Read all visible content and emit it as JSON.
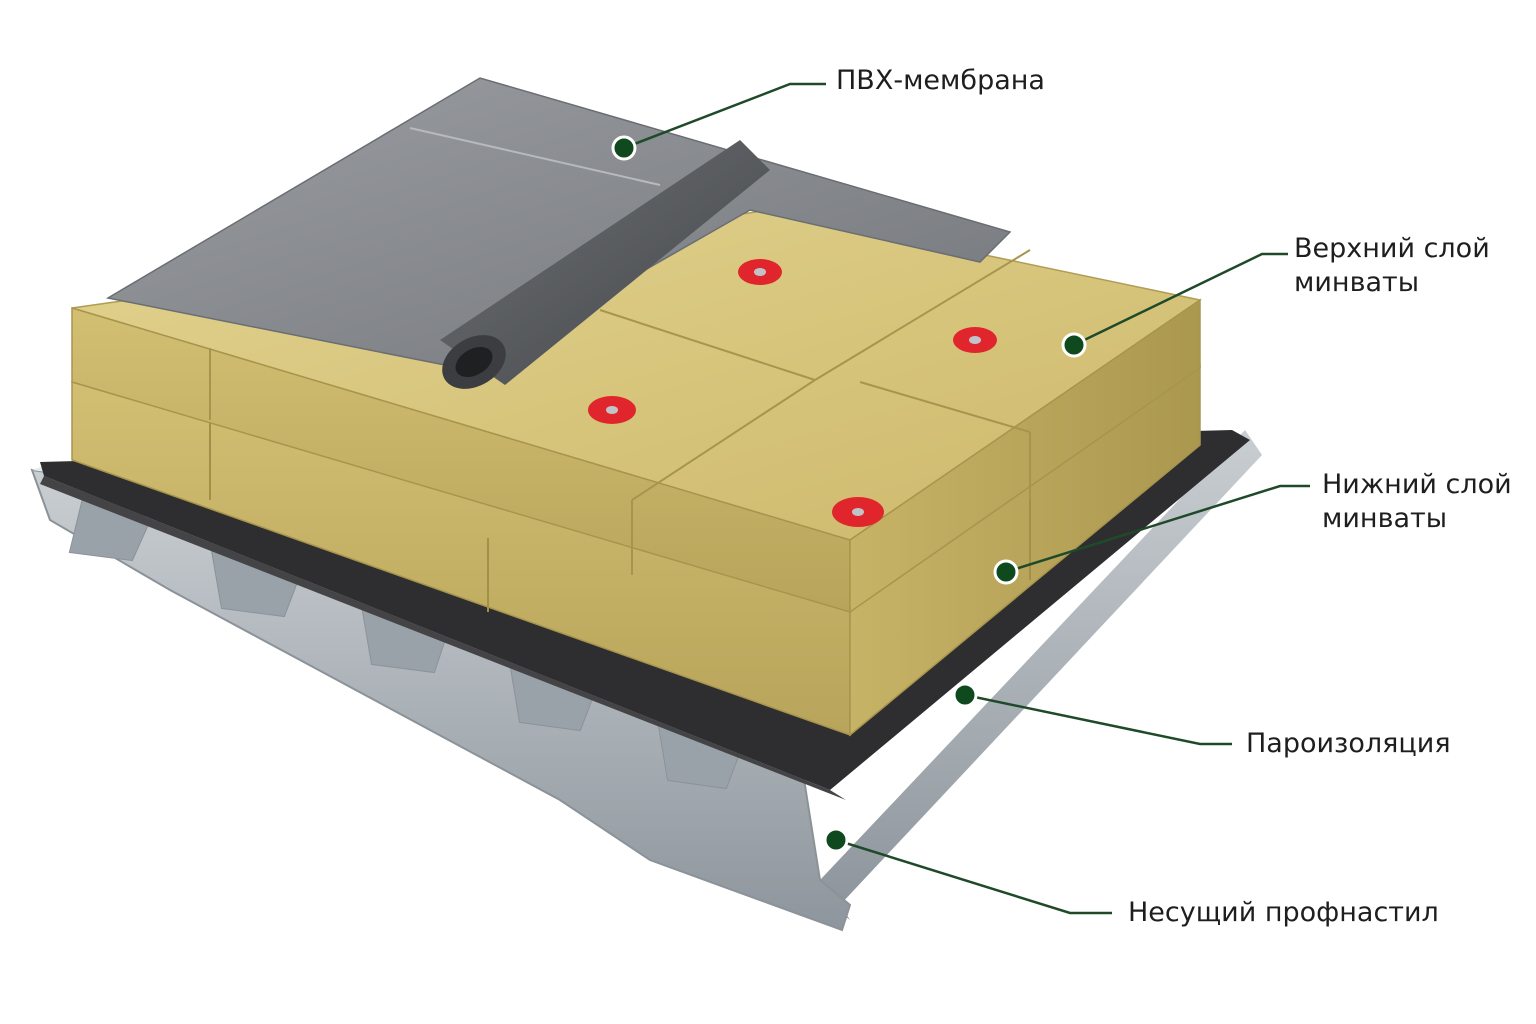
{
  "colors": {
    "leader": "#1f4a2a",
    "dot": "#0f4a1e",
    "membrane": "#8c8f93",
    "wool": "#d4c27a",
    "vapor": "#2e2e30",
    "deck": "#bfc5ca",
    "fastener": "#e0262c"
  },
  "labels": {
    "membrane": {
      "text": "ПВХ-мембрана"
    },
    "upper_wool": {
      "line1": "Верхний слой",
      "line2": "минваты"
    },
    "lower_wool": {
      "line1": "Нижний слой",
      "line2": "минваты"
    },
    "vapor_barrier": {
      "text": "Пароизоляция"
    },
    "deck": {
      "text": "Несущий профнастил"
    }
  }
}
